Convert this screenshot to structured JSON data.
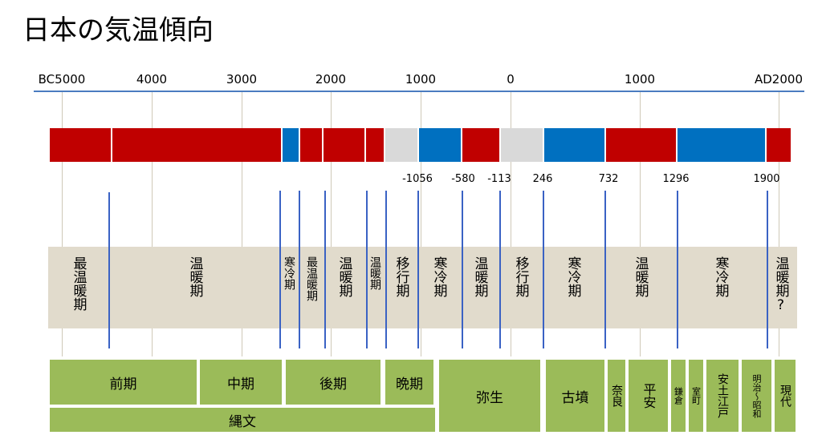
{
  "title": "日本の気温傾向",
  "axis": {
    "labels": [
      "BC5000",
      "4000",
      "3000",
      "2000",
      "1000",
      "0",
      "1000",
      "AD2000"
    ],
    "line_color": "#4a7bc0"
  },
  "colors": {
    "warm": "#c00000",
    "cold": "#0070c0",
    "transition": "#d9d9d9",
    "era": "#9bbb59",
    "period_band": "#e1dbcc"
  },
  "climate_bands": [
    "warm",
    "warm",
    "cold",
    "warm",
    "warm",
    "warm",
    "transition",
    "cold",
    "warm",
    "transition",
    "cold",
    "warm",
    "cold",
    "warm"
  ],
  "transition_years": [
    "-1056",
    "-580",
    "-113",
    "246",
    "732",
    "1296",
    "1900"
  ],
  "periods": [
    "最温暖期",
    "温暖期",
    "寒冷期",
    "最温暖期",
    "温暖期",
    "温暖期",
    "移行期",
    "寒冷期",
    "温暖期",
    "移行期",
    "寒冷期",
    "温暖期",
    "寒冷期",
    "温暖期?"
  ],
  "eras": {
    "jomon_sub": [
      "前期",
      "中期",
      "後期",
      "晩期"
    ],
    "jomon": "縄文",
    "yayoi": "弥生",
    "kofun": "古墳",
    "nara": "奈良",
    "heian": "平安",
    "kamakura": "鎌倉",
    "muromachi": "室町",
    "azuchi_edo": "安土江戸",
    "meiji_showa": "明治～昭和",
    "gendai": "現代"
  }
}
